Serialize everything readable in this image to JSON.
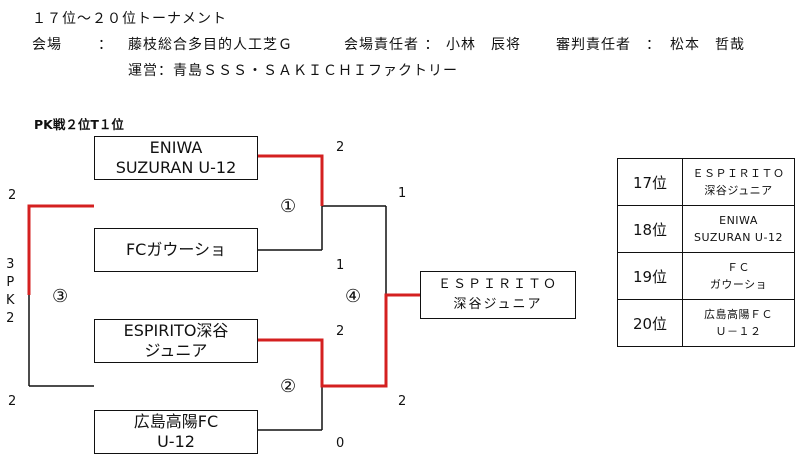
{
  "header": {
    "title": "１７位～２０位トーナメント",
    "venue_label": "会場",
    "colon": "：",
    "venue": "藤枝総合多目的人工芝Ｇ",
    "manager_label": "会場責任者 ：",
    "manager": "小林　辰将",
    "referee_label": "審判責任者　：",
    "referee": "松本　哲哉",
    "operation": "運営：青島ＳＳＳ・ＳＡＫＩＣＨＩファクトリー"
  },
  "note": "PK戦２位T１位",
  "teams": {
    "t1_line1": "ENIWA",
    "t1_line2": "SUZURAN U-12",
    "t2": "FCガウーショ",
    "t3_line1": "ESPIRITO深谷",
    "t3_line2": "ジュニア",
    "t4_line1": "広島高陽FC",
    "t4_line2": "U-12",
    "winner_line1": "ＥＳＰＩＲＩＴＯ",
    "winner_line2": "深谷ジュニア"
  },
  "matches": {
    "m1": "①",
    "m2": "②",
    "m3": "③",
    "m4": "④"
  },
  "scores": {
    "m1_top": "2",
    "m1_bottom": "1",
    "m2_top": "2",
    "m2_bottom": "0",
    "m3_top": "2",
    "m3_pk_3": "3",
    "m3_pk_p": "P",
    "m3_pk_k": "K",
    "m3_pk_2": "2",
    "m3_bottom": "2",
    "m4_top": "1",
    "m4_bottom": "2"
  },
  "ranking": [
    {
      "pos": "17位",
      "line1": "ＥＳＰＩＲＩＴＯ",
      "line2": "深谷ジュニア"
    },
    {
      "pos": "18位",
      "line1": "ENIWA",
      "line2": "SUZURAN U-12"
    },
    {
      "pos": "19位",
      "line1": "ＦＣ",
      "line2": "ガウーショ"
    },
    {
      "pos": "20位",
      "line1": "広島高陽ＦＣ",
      "line2": "Ｕ－１２"
    }
  ],
  "colors": {
    "winner_line": "#d42020",
    "line": "#111111"
  }
}
